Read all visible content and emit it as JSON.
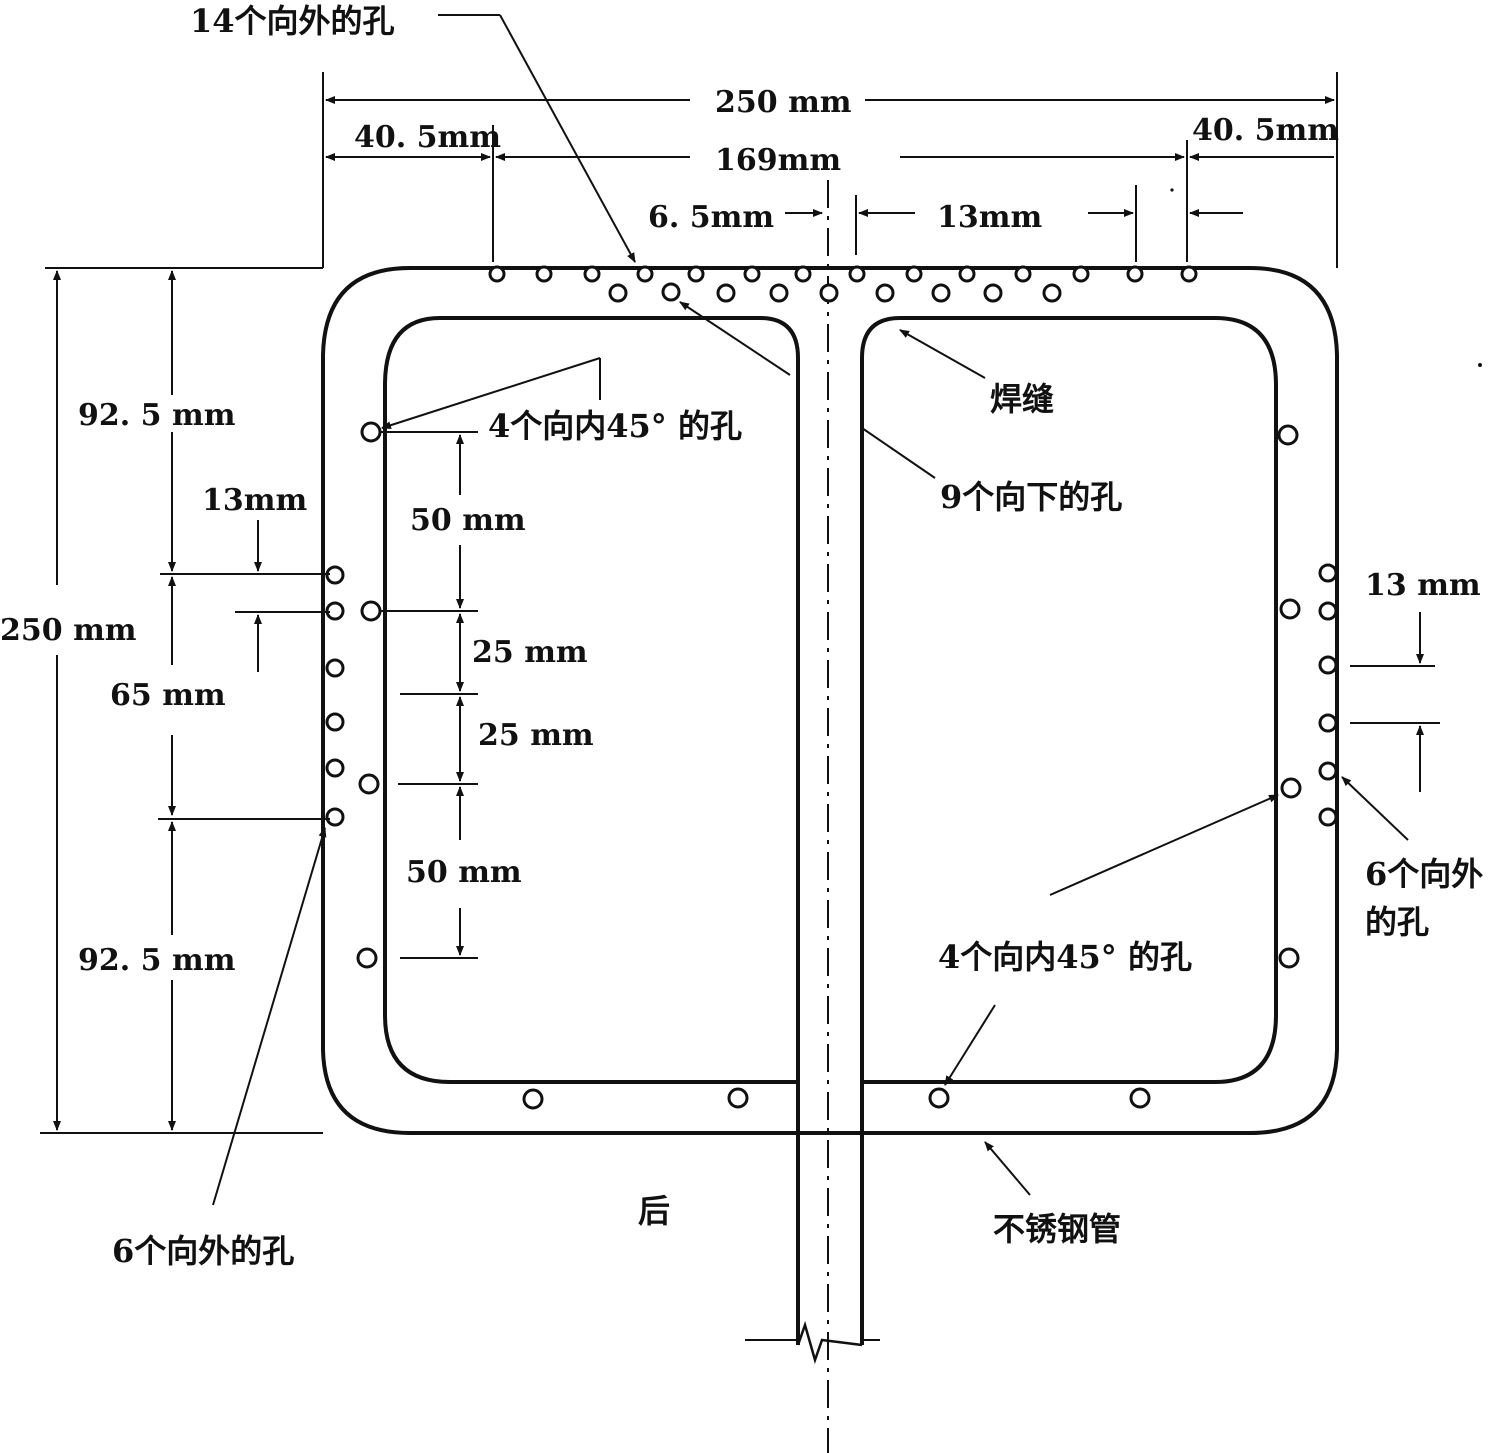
{
  "labels": {
    "top_holes": "14个向外的孔",
    "inward_holes_upper": "4个向内45° 的孔",
    "weld": "焊缝",
    "down_holes": "9个向下的孔",
    "outward_holes_right": [
      "6个向外",
      "的孔"
    ],
    "inward_holes_lower": "4个向内45° 的孔",
    "rear": "后",
    "stainless_pipe": "不锈钢管",
    "outward_holes_left": "6个向外的孔"
  },
  "dimensions": {
    "overall_width": "250 mm",
    "overall_height": "250 mm",
    "left_margin_top": "40. 5mm",
    "right_margin_top": "40. 5mm",
    "hole_span": "169mm",
    "center_offset": "6. 5mm",
    "top_spacing": "13mm",
    "left_upper": "92. 5 mm",
    "left_hole_spacing": "13mm",
    "left_middle": "65 mm",
    "left_lower": "92. 5 mm",
    "inner_top": "50 mm",
    "inner_mid_1": "25 mm",
    "inner_mid_2": "25 mm",
    "inner_bottom": "50 mm",
    "right_hole_spacing": "13 mm"
  }
}
